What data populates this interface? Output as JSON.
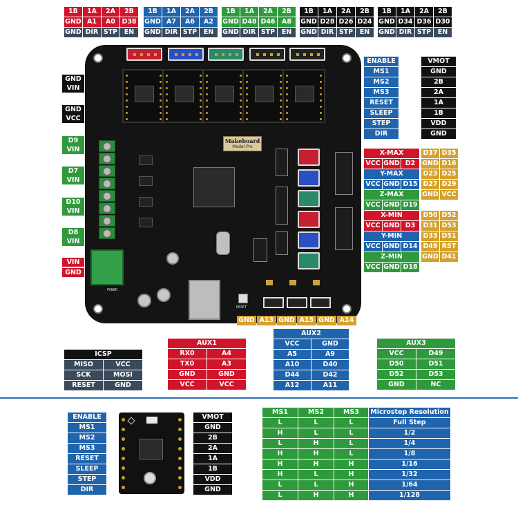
{
  "pin_blocks": {
    "x": {
      "color": "red",
      "row1": [
        "1B",
        "1A",
        "2A",
        "2B"
      ],
      "row2": [
        "GND",
        "A1",
        "A0",
        "D38"
      ],
      "row3": [
        "GND",
        "DIR",
        "STP",
        "EN"
      ]
    },
    "y": {
      "color": "blue",
      "row1": [
        "1B",
        "1A",
        "2A",
        "2B"
      ],
      "row2": [
        "GND",
        "A7",
        "A6",
        "A2"
      ],
      "row3": [
        "GND",
        "DIR",
        "STP",
        "EN"
      ]
    },
    "z": {
      "color": "green",
      "row1": [
        "1B",
        "1A",
        "2A",
        "2B"
      ],
      "row2": [
        "GND",
        "D48",
        "D46",
        "A8"
      ],
      "row3": [
        "GND",
        "DIR",
        "STP",
        "EN"
      ]
    },
    "e0": {
      "color": "black",
      "row1": [
        "1B",
        "1A",
        "2A",
        "2B"
      ],
      "row2": [
        "GND",
        "D28",
        "D26",
        "D24"
      ],
      "row3": [
        "GND",
        "DIR",
        "STP",
        "EN"
      ]
    },
    "e1": {
      "color": "black",
      "row1": [
        "1B",
        "1A",
        "2A",
        "2B"
      ],
      "row2": [
        "GND",
        "D34",
        "D36",
        "D30"
      ],
      "row3": [
        "GND",
        "DIR",
        "STP",
        "EN"
      ]
    }
  },
  "driver_left": [
    "ENABLE",
    "MS1",
    "MS2",
    "MS3",
    "RESET",
    "SLEEP",
    "STEP",
    "DIR"
  ],
  "driver_right": [
    "VMOT",
    "GND",
    "2B",
    "2A",
    "1A",
    "1B",
    "VDD",
    "GND"
  ],
  "left_labels": [
    {
      "text": "GND",
      "color": "black"
    },
    {
      "text": "VIN",
      "color": "black"
    },
    {
      "text": "GND",
      "color": "black"
    },
    {
      "text": "VCC",
      "color": "black"
    },
    {
      "text": "D9",
      "color": "green"
    },
    {
      "text": "VIN",
      "color": "green"
    },
    {
      "text": "D7",
      "color": "green"
    },
    {
      "text": "VIN",
      "color": "green"
    },
    {
      "text": "D10",
      "color": "green"
    },
    {
      "text": "VIN",
      "color": "green"
    },
    {
      "text": "D8",
      "color": "green"
    },
    {
      "text": "VIN",
      "color": "green"
    },
    {
      "text": "VIN",
      "color": "red"
    },
    {
      "text": "GND",
      "color": "red"
    }
  ],
  "endstops": [
    {
      "name": "X-MAX",
      "color": "red",
      "pins": [
        "VCC",
        "GND",
        "D2"
      ]
    },
    {
      "name": "Y-MAX",
      "color": "blue",
      "pins": [
        "VCC",
        "GND",
        "D15"
      ]
    },
    {
      "name": "Z-MAX",
      "color": "green",
      "pins": [
        "VCC",
        "GND",
        "D19"
      ]
    },
    {
      "name": "X-MIN",
      "color": "red",
      "pins": [
        "VCC",
        "GND",
        "D3"
      ]
    },
    {
      "name": "Y-MIN",
      "color": "blue",
      "pins": [
        "VCC",
        "GND",
        "D14"
      ]
    },
    {
      "name": "Z-MIN",
      "color": "green",
      "pins": [
        "VCC",
        "GND",
        "D18"
      ]
    }
  ],
  "exp_pins": [
    [
      "D37",
      "D35"
    ],
    [
      "GND",
      "D16"
    ],
    [
      "D23",
      "D25"
    ],
    [
      "D27",
      "D29"
    ],
    [
      "GND",
      "VCC"
    ],
    [
      "D50",
      "D52"
    ],
    [
      "D31",
      "D53"
    ],
    [
      "D33",
      "D51"
    ],
    [
      "D49",
      "RST"
    ],
    [
      "GND",
      "D41"
    ]
  ],
  "thermistors": [
    "GND",
    "A13",
    "GND",
    "A15",
    "GND",
    "A14"
  ],
  "icsp": {
    "title": "ICSP",
    "rows": [
      [
        "MISO",
        "VCC"
      ],
      [
        "SCK",
        "MOSI"
      ],
      [
        "RESET",
        "GND"
      ]
    ]
  },
  "aux1": {
    "title": "AUX1",
    "rows": [
      [
        "RX0",
        "A4"
      ],
      [
        "TX0",
        "A3"
      ],
      [
        "GND",
        "GND"
      ],
      [
        "VCC",
        "VCC"
      ]
    ]
  },
  "aux2": {
    "title": "AUX2",
    "rows": [
      [
        "VCC",
        "GND"
      ],
      [
        "A5",
        "A9"
      ],
      [
        "A10",
        "D40"
      ],
      [
        "D44",
        "D42"
      ],
      [
        "A12",
        "A11"
      ]
    ]
  },
  "aux3": {
    "title": "AUX3",
    "rows": [
      [
        "VCC",
        "D49"
      ],
      [
        "D50",
        "D51"
      ],
      [
        "D52",
        "D53"
      ],
      [
        "GND",
        "NC"
      ]
    ]
  },
  "board": {
    "brand": "Makeboard",
    "model": "Model Pro",
    "reset_label": "RESET",
    "power_label": "POWER"
  },
  "microstep": {
    "headers": [
      "MS1",
      "MS2",
      "MS3",
      "Microstep Resolution"
    ],
    "rows": [
      [
        "L",
        "L",
        "L",
        "Full Step"
      ],
      [
        "H",
        "L",
        "L",
        "1/2"
      ],
      [
        "L",
        "H",
        "L",
        "1/4"
      ],
      [
        "H",
        "H",
        "L",
        "1/8"
      ],
      [
        "H",
        "H",
        "H",
        "1/16"
      ],
      [
        "H",
        "L",
        "H",
        "1/32"
      ],
      [
        "L",
        "L",
        "H",
        "1/64"
      ],
      [
        "L",
        "H",
        "H",
        "1/128"
      ]
    ]
  }
}
